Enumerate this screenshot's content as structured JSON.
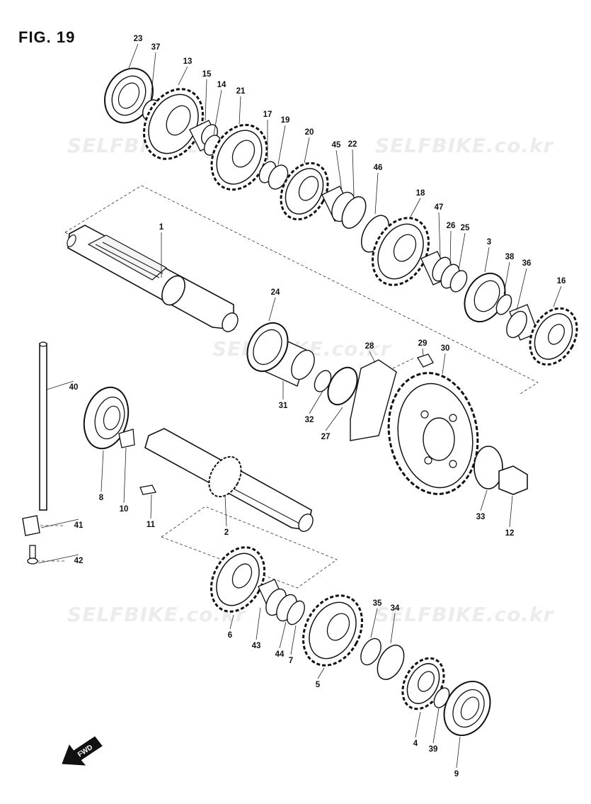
{
  "figure": {
    "title": "FIG. 19"
  },
  "watermark": {
    "text": "SELFBIKE.co.kr"
  },
  "fwd_label": "FWD",
  "parts": [
    {
      "id": "23"
    },
    {
      "id": "37"
    },
    {
      "id": "13"
    },
    {
      "id": "15"
    },
    {
      "id": "14"
    },
    {
      "id": "21"
    },
    {
      "id": "17"
    },
    {
      "id": "19"
    },
    {
      "id": "20"
    },
    {
      "id": "45"
    },
    {
      "id": "22"
    },
    {
      "id": "46"
    },
    {
      "id": "18"
    },
    {
      "id": "47"
    },
    {
      "id": "26"
    },
    {
      "id": "25"
    },
    {
      "id": "3"
    },
    {
      "id": "38"
    },
    {
      "id": "36"
    },
    {
      "id": "16"
    },
    {
      "id": "1"
    },
    {
      "id": "24"
    },
    {
      "id": "28"
    },
    {
      "id": "29"
    },
    {
      "id": "30"
    },
    {
      "id": "31"
    },
    {
      "id": "32"
    },
    {
      "id": "27"
    },
    {
      "id": "40"
    },
    {
      "id": "8"
    },
    {
      "id": "10"
    },
    {
      "id": "11"
    },
    {
      "id": "2"
    },
    {
      "id": "33"
    },
    {
      "id": "12"
    },
    {
      "id": "41"
    },
    {
      "id": "42"
    },
    {
      "id": "6"
    },
    {
      "id": "43"
    },
    {
      "id": "44"
    },
    {
      "id": "7"
    },
    {
      "id": "35"
    },
    {
      "id": "34"
    },
    {
      "id": "5"
    },
    {
      "id": "4"
    },
    {
      "id": "39"
    },
    {
      "id": "9"
    }
  ]
}
